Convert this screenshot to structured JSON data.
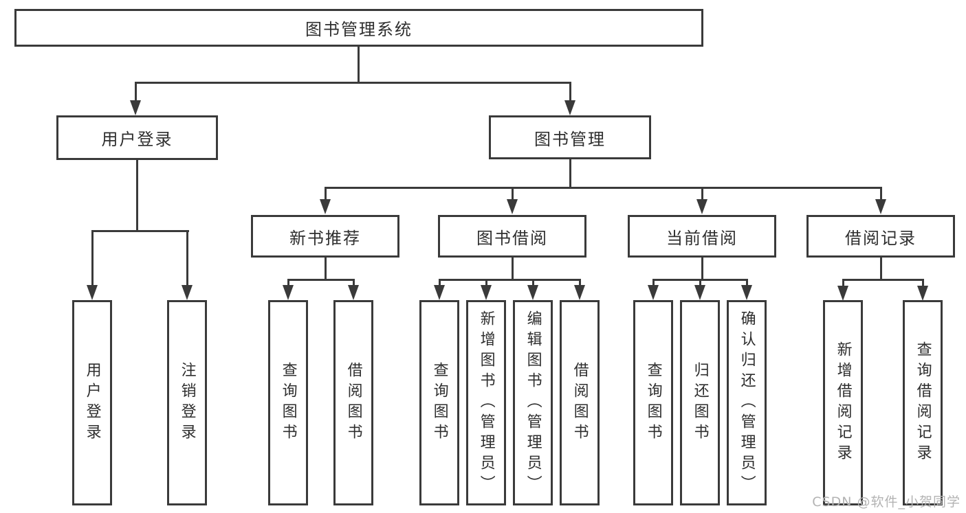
{
  "diagram": {
    "title_node": "图书管理系统",
    "level2": {
      "user_login": "用户登录",
      "book_management": "图书管理"
    },
    "level3": {
      "new_book_recommend": "新书推荐",
      "book_borrowing": "图书借阅",
      "current_borrowing": "当前借阅",
      "borrowing_records": "借阅记录"
    },
    "leaves": {
      "user_login": "用户登录",
      "logout": "注销登录",
      "recommend_query_books": "查询图书",
      "recommend_borrow_books": "借阅图书",
      "borrowing_query_books": "查询图书",
      "borrowing_add_books_admin": "新增图书（管理员）",
      "borrowing_edit_books_admin": "编辑图书（管理员）",
      "borrowing_borrow_books": "借阅图书",
      "current_query_books": "查询图书",
      "current_return_books": "归还图书",
      "current_confirm_return_admin": "确认归还（管理员）",
      "records_add_record": "新增借阅记录",
      "records_query_record": "查询借阅记录"
    }
  },
  "watermark": {
    "text": "CSDN @软件_小贺同学"
  },
  "colors": {
    "line": "#3a3a3a",
    "node_border": "#3a3a3a",
    "node_text": "#2e2e2e",
    "background": "#ffffff",
    "watermark_text": "#b3b3b3"
  }
}
